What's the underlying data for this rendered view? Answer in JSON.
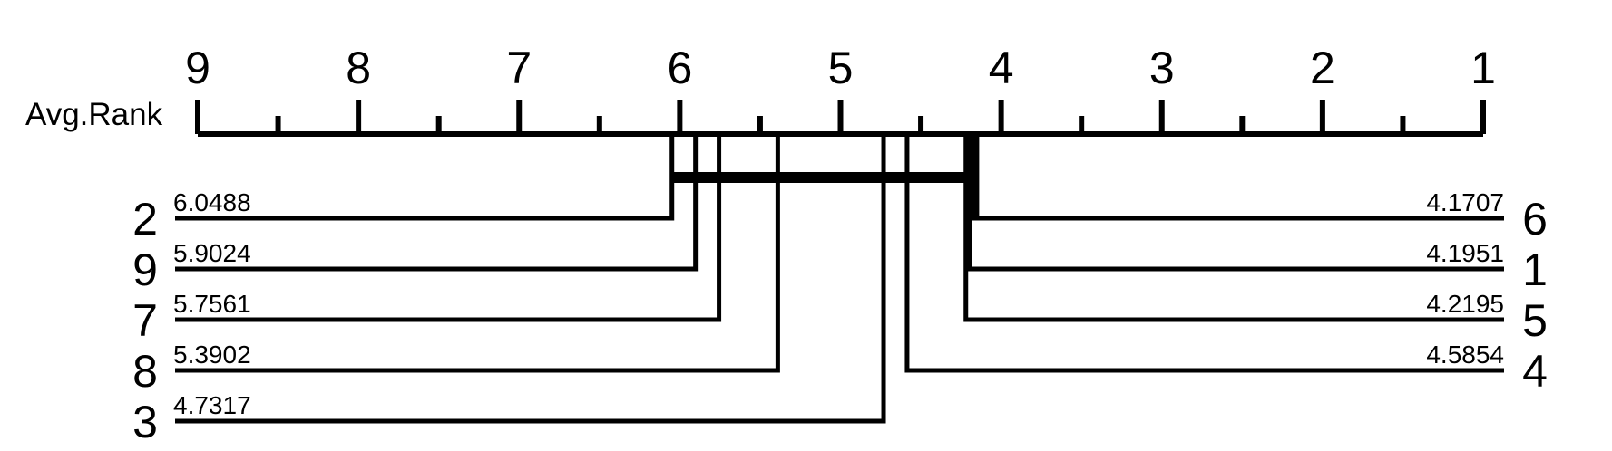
{
  "chart_data": {
    "type": "critical-difference",
    "axis_label": "Avg.Rank",
    "xlim": [
      9,
      1
    ],
    "ticks": [
      "9",
      "8",
      "7",
      "6",
      "5",
      "4",
      "3",
      "2",
      "1"
    ],
    "left_methods": [
      {
        "label": "2",
        "rank": 6.0488,
        "rank_text": "6.0488"
      },
      {
        "label": "9",
        "rank": 5.9024,
        "rank_text": "5.9024"
      },
      {
        "label": "7",
        "rank": 5.7561,
        "rank_text": "5.7561"
      },
      {
        "label": "8",
        "rank": 5.3902,
        "rank_text": "5.3902"
      },
      {
        "label": "3",
        "rank": 4.7317,
        "rank_text": "4.7317"
      }
    ],
    "right_methods": [
      {
        "label": "6",
        "rank": 4.1707,
        "rank_text": "4.1707"
      },
      {
        "label": "1",
        "rank": 4.1951,
        "rank_text": "4.1951"
      },
      {
        "label": "5",
        "rank": 4.2195,
        "rank_text": "4.2195"
      },
      {
        "label": "4",
        "rank": 4.5854,
        "rank_text": "4.5854"
      }
    ],
    "cliques": [
      {
        "from": 6.0488,
        "to": 4.1707
      }
    ]
  }
}
